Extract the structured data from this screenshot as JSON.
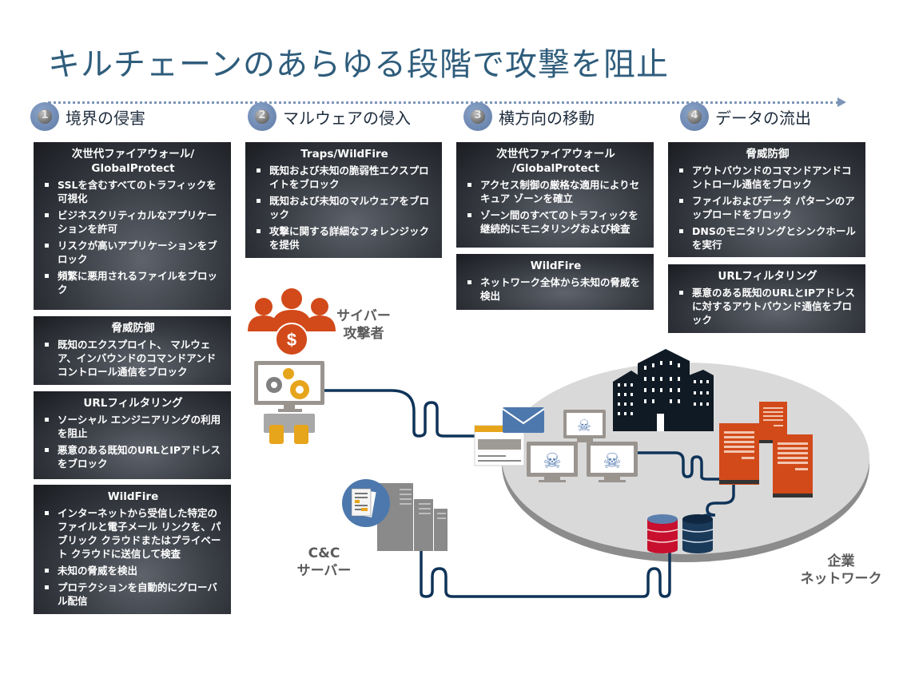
{
  "title": "キルチェーンのあらゆる段階で攻撃を阻止",
  "stages": [
    {
      "number": "1",
      "label": "境界の侵害"
    },
    {
      "number": "2",
      "label": "マルウェアの侵入"
    },
    {
      "number": "3",
      "label": "横方向の移動"
    },
    {
      "number": "4",
      "label": "データの流出"
    }
  ],
  "cards": {
    "c1a": {
      "title": "次世代ファイアウォール/\nGlobalProtect",
      "title_line1": "次世代ファイアウォール/",
      "title_line2": "GlobalProtect",
      "items": [
        "SSLを含むすべてのトラフィックを可視化",
        "ビジネスクリティカルなアプリケーションを許可",
        "リスクが高いアプリケーションをブロック",
        "頻繁に悪用されるファイルをブロック"
      ]
    },
    "c1b": {
      "title": "脅威防御",
      "items": [
        "既知のエクスプロイト、 マルウェア、インバウンドのコマンドアンドコントロール通信をブロック"
      ]
    },
    "c1c": {
      "title": "URLフィルタリング",
      "items": [
        "ソーシャル エンジニアリングの利用を阻止",
        "悪意のある既知のURLとIPアドレスをブロック"
      ]
    },
    "c1d": {
      "title": "WildFire",
      "items": [
        "インターネットから受信した特定のファイルと電子メール リンクを、パブリック クラウドまたはプライベート クラウドに送信して検査",
        "未知の脅威を検出",
        "プロテクションを自動的にグローバル配信"
      ]
    },
    "c2a": {
      "title": "Traps/WildFire",
      "items": [
        "既知および未知の脆弱性エクスプロイトをブロック",
        "既知および未知のマルウェアをブロック",
        "攻撃に関する詳細なフォレンジックを提供"
      ]
    },
    "c3a": {
      "title_line1": "次世代ファイアウォール",
      "title_line2": "/GlobalProtect",
      "items": [
        "アクセス制御の厳格な適用によりセキュア ゾーンを確立",
        "ゾーン間のすべてのトラフィックを継続的にモニタリングおよび検査"
      ]
    },
    "c3b": {
      "title": "WildFire",
      "items": [
        "ネットワーク全体から未知の脅威を検出"
      ]
    },
    "c4a": {
      "title": "脅威防御",
      "items": [
        "アウトバウンドのコマンドアンドコントロール通信をブロック",
        "ファイルおよびデータ パターンのアップロードをブロック",
        "DNSのモニタリングとシンクホールを実行"
      ]
    },
    "c4b": {
      "title": "URLフィルタリング",
      "items": [
        "悪意のある既知のURLとIPアドレスに対するアウトバウンド通信をブロック"
      ]
    }
  },
  "labels": {
    "attacker_line1": "サイバー",
    "attacker_line2": "攻撃者",
    "cc_line1": "C&C",
    "cc_line2": "サーバー",
    "network_line1": "企業",
    "network_line2": "ネットワーク"
  },
  "icons": {
    "attacker": "attacker-group-icon",
    "workstation": "attacker-computer-icon",
    "email": "email-icon",
    "webpage": "webpage-icon",
    "infected_pc": "skull-computer-icon",
    "buildings": "office-buildings-icon",
    "servers": "server-icon",
    "databases": "database-icon",
    "cc_server": "cc-server-icon"
  },
  "colors": {
    "title": "#2f5d7c",
    "accent_orange": "#d24a1a",
    "accent_gold": "#e7a51c",
    "link_line": "#0f3358",
    "icon_blue": "#4d78ad",
    "network_disc": "#d9d9d9",
    "card_dark": "#1a1c21"
  }
}
